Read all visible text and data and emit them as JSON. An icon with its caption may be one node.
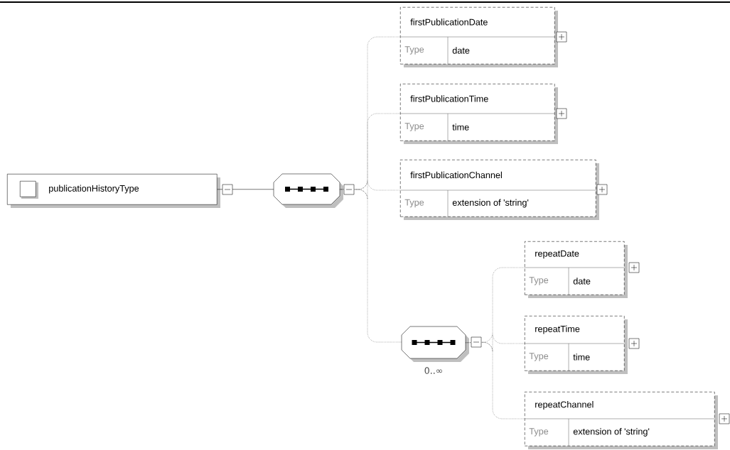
{
  "diagram": {
    "nodes": [
      {
        "text": [
          "publicationHistoryType"
        ]
      },
      {
        "text": [],
        "shape": "octagon"
      },
      {
        "text": [
          "firstPublicationDate",
          "Type",
          "date"
        ]
      },
      {
        "text": [
          "firstPublicationTime",
          "Type",
          "time"
        ]
      },
      {
        "text": [
          "firstPublicationChannel",
          "Type",
          "extension of 'string'"
        ]
      },
      {
        "text": [],
        "shape": "octagon",
        "beside": [
          "0..∞"
        ]
      },
      {
        "text": [
          "repeatDate",
          "Type",
          "date"
        ]
      },
      {
        "text": [
          "repeatTime",
          "Type",
          "time"
        ]
      },
      {
        "text": [
          "repeatChannel",
          "Type",
          "extension of 'string'"
        ]
      }
    ],
    "edges": [
      {
        "from": 0,
        "to": 1,
        "arrow": "none"
      },
      {
        "from": 1,
        "to": 2,
        "arrow": "none",
        "style": "dashed"
      },
      {
        "from": 1,
        "to": 3,
        "arrow": "none",
        "style": "dashed"
      },
      {
        "from": 1,
        "to": 4,
        "arrow": "none",
        "style": "dashed"
      },
      {
        "from": 1,
        "to": 5,
        "arrow": "none",
        "style": "dashed"
      },
      {
        "from": 5,
        "to": 6,
        "arrow": "none",
        "style": "dashed"
      },
      {
        "from": 5,
        "to": 7,
        "arrow": "none",
        "style": "dashed"
      },
      {
        "from": 5,
        "to": 8,
        "arrow": "none",
        "style": "dashed"
      }
    ]
  }
}
